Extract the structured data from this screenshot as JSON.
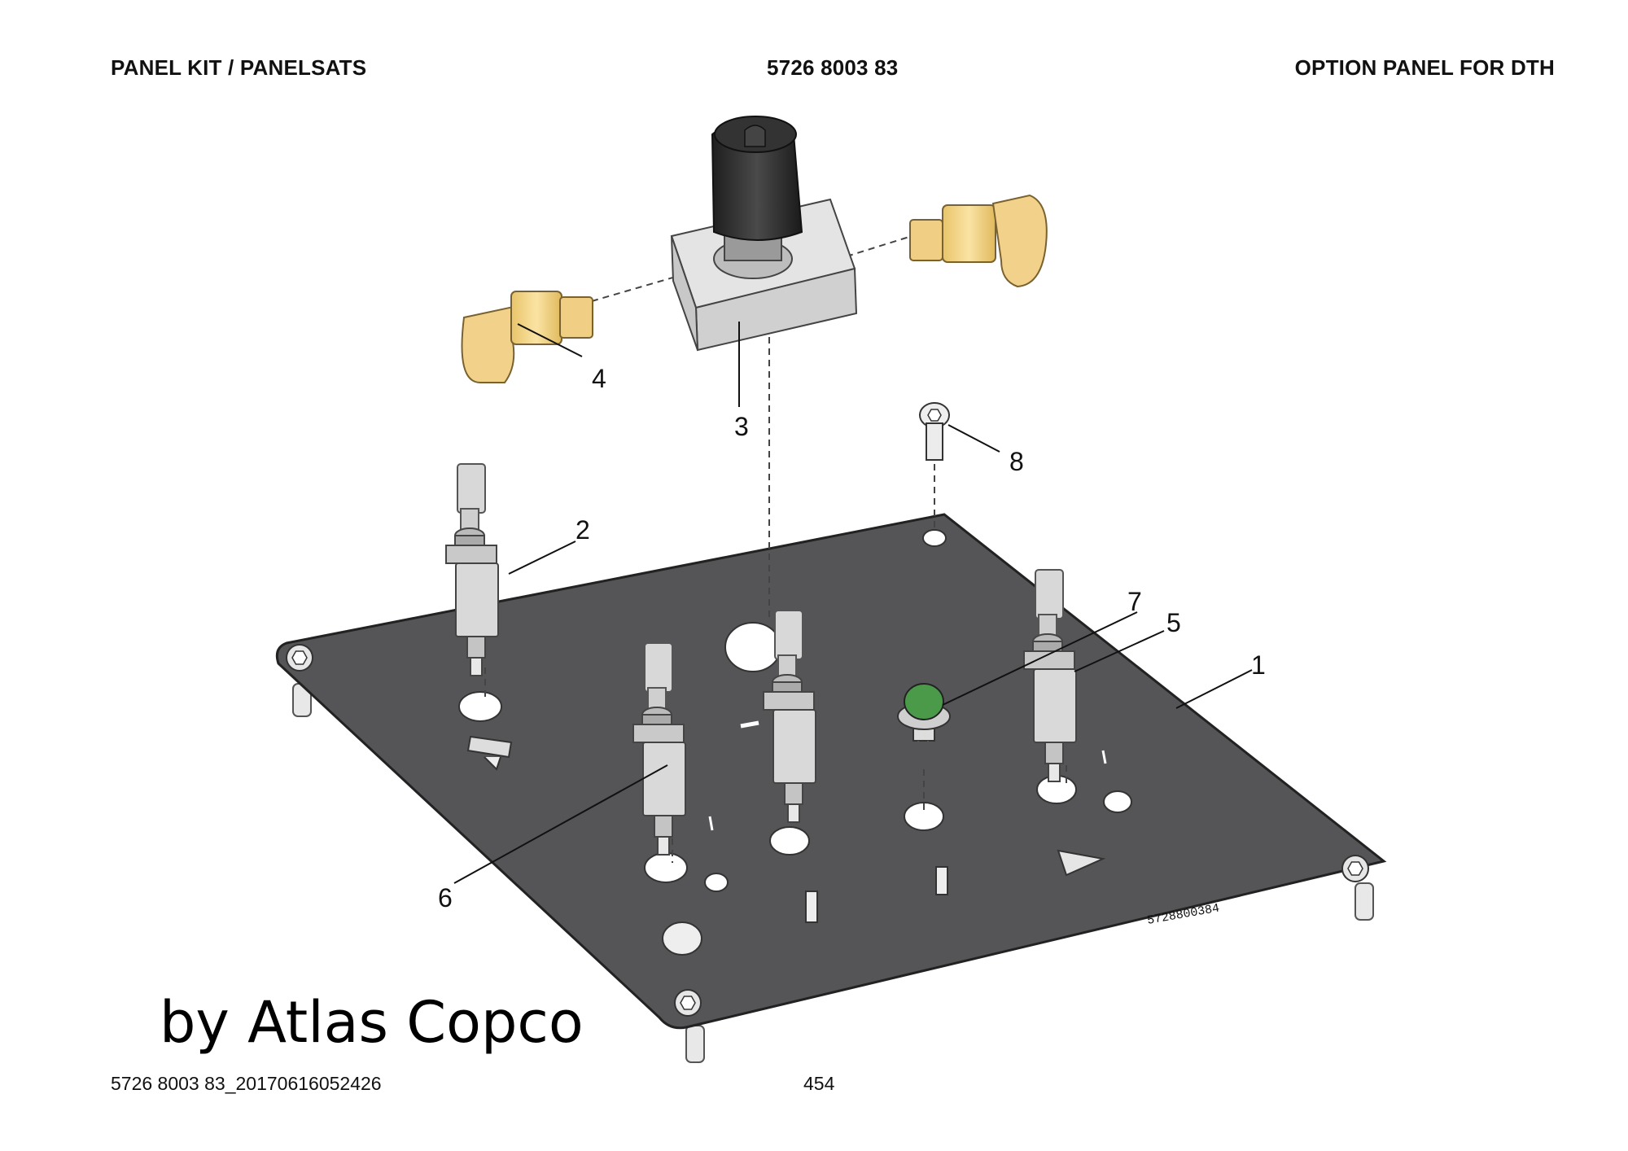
{
  "header": {
    "left": "PANEL KIT / PANELSATS",
    "center": "5726 8003 83",
    "right": "OPTION PANEL FOR DTH"
  },
  "callouts": [
    "1",
    "2",
    "3",
    "4",
    "5",
    "6",
    "7",
    "8"
  ],
  "plate_marking": "5728800384",
  "watermark": "by Atlas Copco",
  "footer": {
    "doc_id": "5726 8003 83_20170616052426",
    "page": "454"
  },
  "colors": {
    "plate": "#555558",
    "brass": "#f2d28a",
    "lamp": "#4a9a4a",
    "knob": "#2b2b2b"
  }
}
